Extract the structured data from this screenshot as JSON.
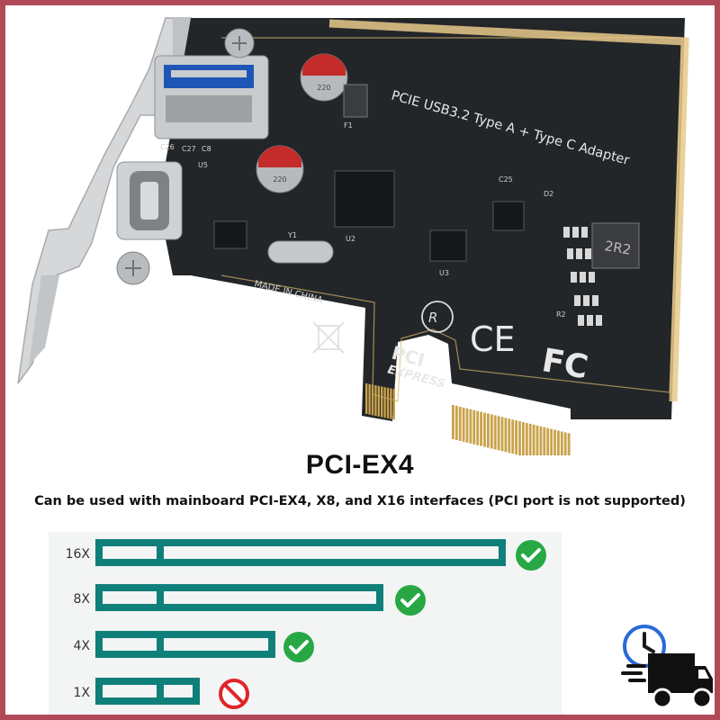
{
  "card": {
    "silk_title": "PCIE USB3.2 Type A + Type C Adapter",
    "made_in": "MADE IN CHINA",
    "inductor": "2R2",
    "logos": {
      "pci": "PCI",
      "express": "EXPRESS",
      "ce": "CE",
      "fc": "FC"
    },
    "labels": [
      "U2",
      "U3",
      "D2",
      "C26",
      "C25",
      "C8",
      "Y1",
      "F1",
      "R2",
      "C27",
      "U5"
    ],
    "colors": {
      "pcb": "#222528",
      "gold": "#c9a24a",
      "bracket": "#c8cacc",
      "edge_strip": "#d9b86a"
    }
  },
  "caption": {
    "title": "PCI-EX4",
    "subtitle": "Can be used with mainboard PCI-EX4, X8, and X16 interfaces (PCI port is not supported)"
  },
  "slots": [
    {
      "label": "16X",
      "supported": true,
      "icon": "check-circle-icon"
    },
    {
      "label": "8X",
      "supported": true,
      "icon": "check-circle-icon"
    },
    {
      "label": "4X",
      "supported": true,
      "icon": "check-circle-icon"
    },
    {
      "label": "1X",
      "supported": false,
      "icon": "prohibited-icon"
    }
  ],
  "colors": {
    "slot_teal": "#0f7f7a",
    "check_green": "#27a844",
    "no_red": "#e0262b",
    "frame": "#b04a5a"
  },
  "badge": {
    "icon": "delivery-truck-clock-icon"
  }
}
